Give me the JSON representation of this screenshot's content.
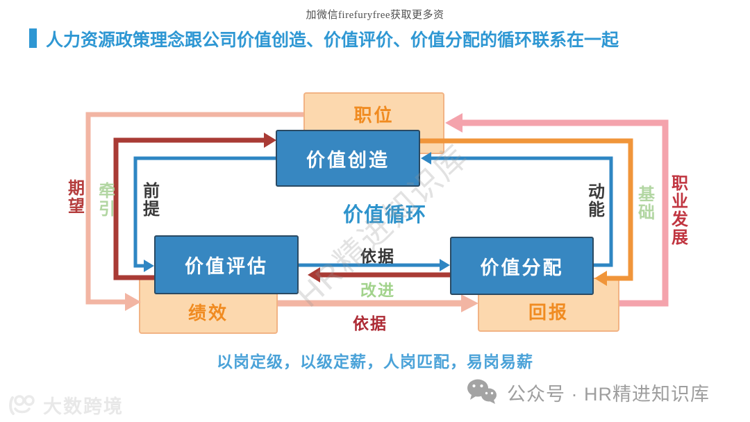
{
  "page": {
    "watermark_top": "加微信firefuryfree获取更多资",
    "title": "人力资源政策理念跟公司价值创造、价值评价、价值分配的循环联系在一起",
    "footer_note": "以岗定级，以级定薪，人岗匹配，易岗易薪"
  },
  "diagram": {
    "center_label": "价值循环",
    "boxes": {
      "position": "职位",
      "value_creation": "价值创造",
      "value_evaluation": "价值评估",
      "value_distribution": "价值分配",
      "performance": "绩效",
      "reward": "回报"
    },
    "edge_labels": {
      "expectation": "期望",
      "traction": "牵引",
      "premise": "前提",
      "momentum": "动能",
      "foundation": "基础",
      "career_development": "职业发展",
      "basis_mid": "依据",
      "improvement": "改进",
      "basis_bottom": "依据"
    }
  },
  "branding": {
    "center_watermark": "HR精进知识库",
    "footer_left_logo": "大数跨境",
    "footer_right": "公众号 · HR精进知识库"
  },
  "colors": {
    "title_blue": "#2e97d3",
    "box_blue_fill": "#3787c1",
    "box_blue_border": "#2a4a63",
    "box_peach_fill": "#fcd8ae",
    "box_peach_border": "#f2b384",
    "orange_text": "#f08b21",
    "line_salmon": "#f2b5a3",
    "line_pink": "#f4a3ac",
    "line_dark_red": "#a93b35",
    "line_blue": "#2e86c3",
    "line_orange": "#f0953a",
    "label_red": "#b43c3c",
    "label_green": "#b2d6a2",
    "footer_blue": "#4aa2d8"
  }
}
